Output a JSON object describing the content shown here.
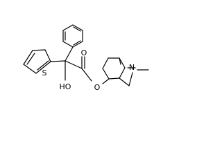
{
  "molecule": {
    "atoms": {
      "sulfur": "S",
      "hydroxyl": "HO",
      "carbonyl_oxygen": "O",
      "ester_oxygen": "O",
      "nitrogen": "N"
    }
  }
}
